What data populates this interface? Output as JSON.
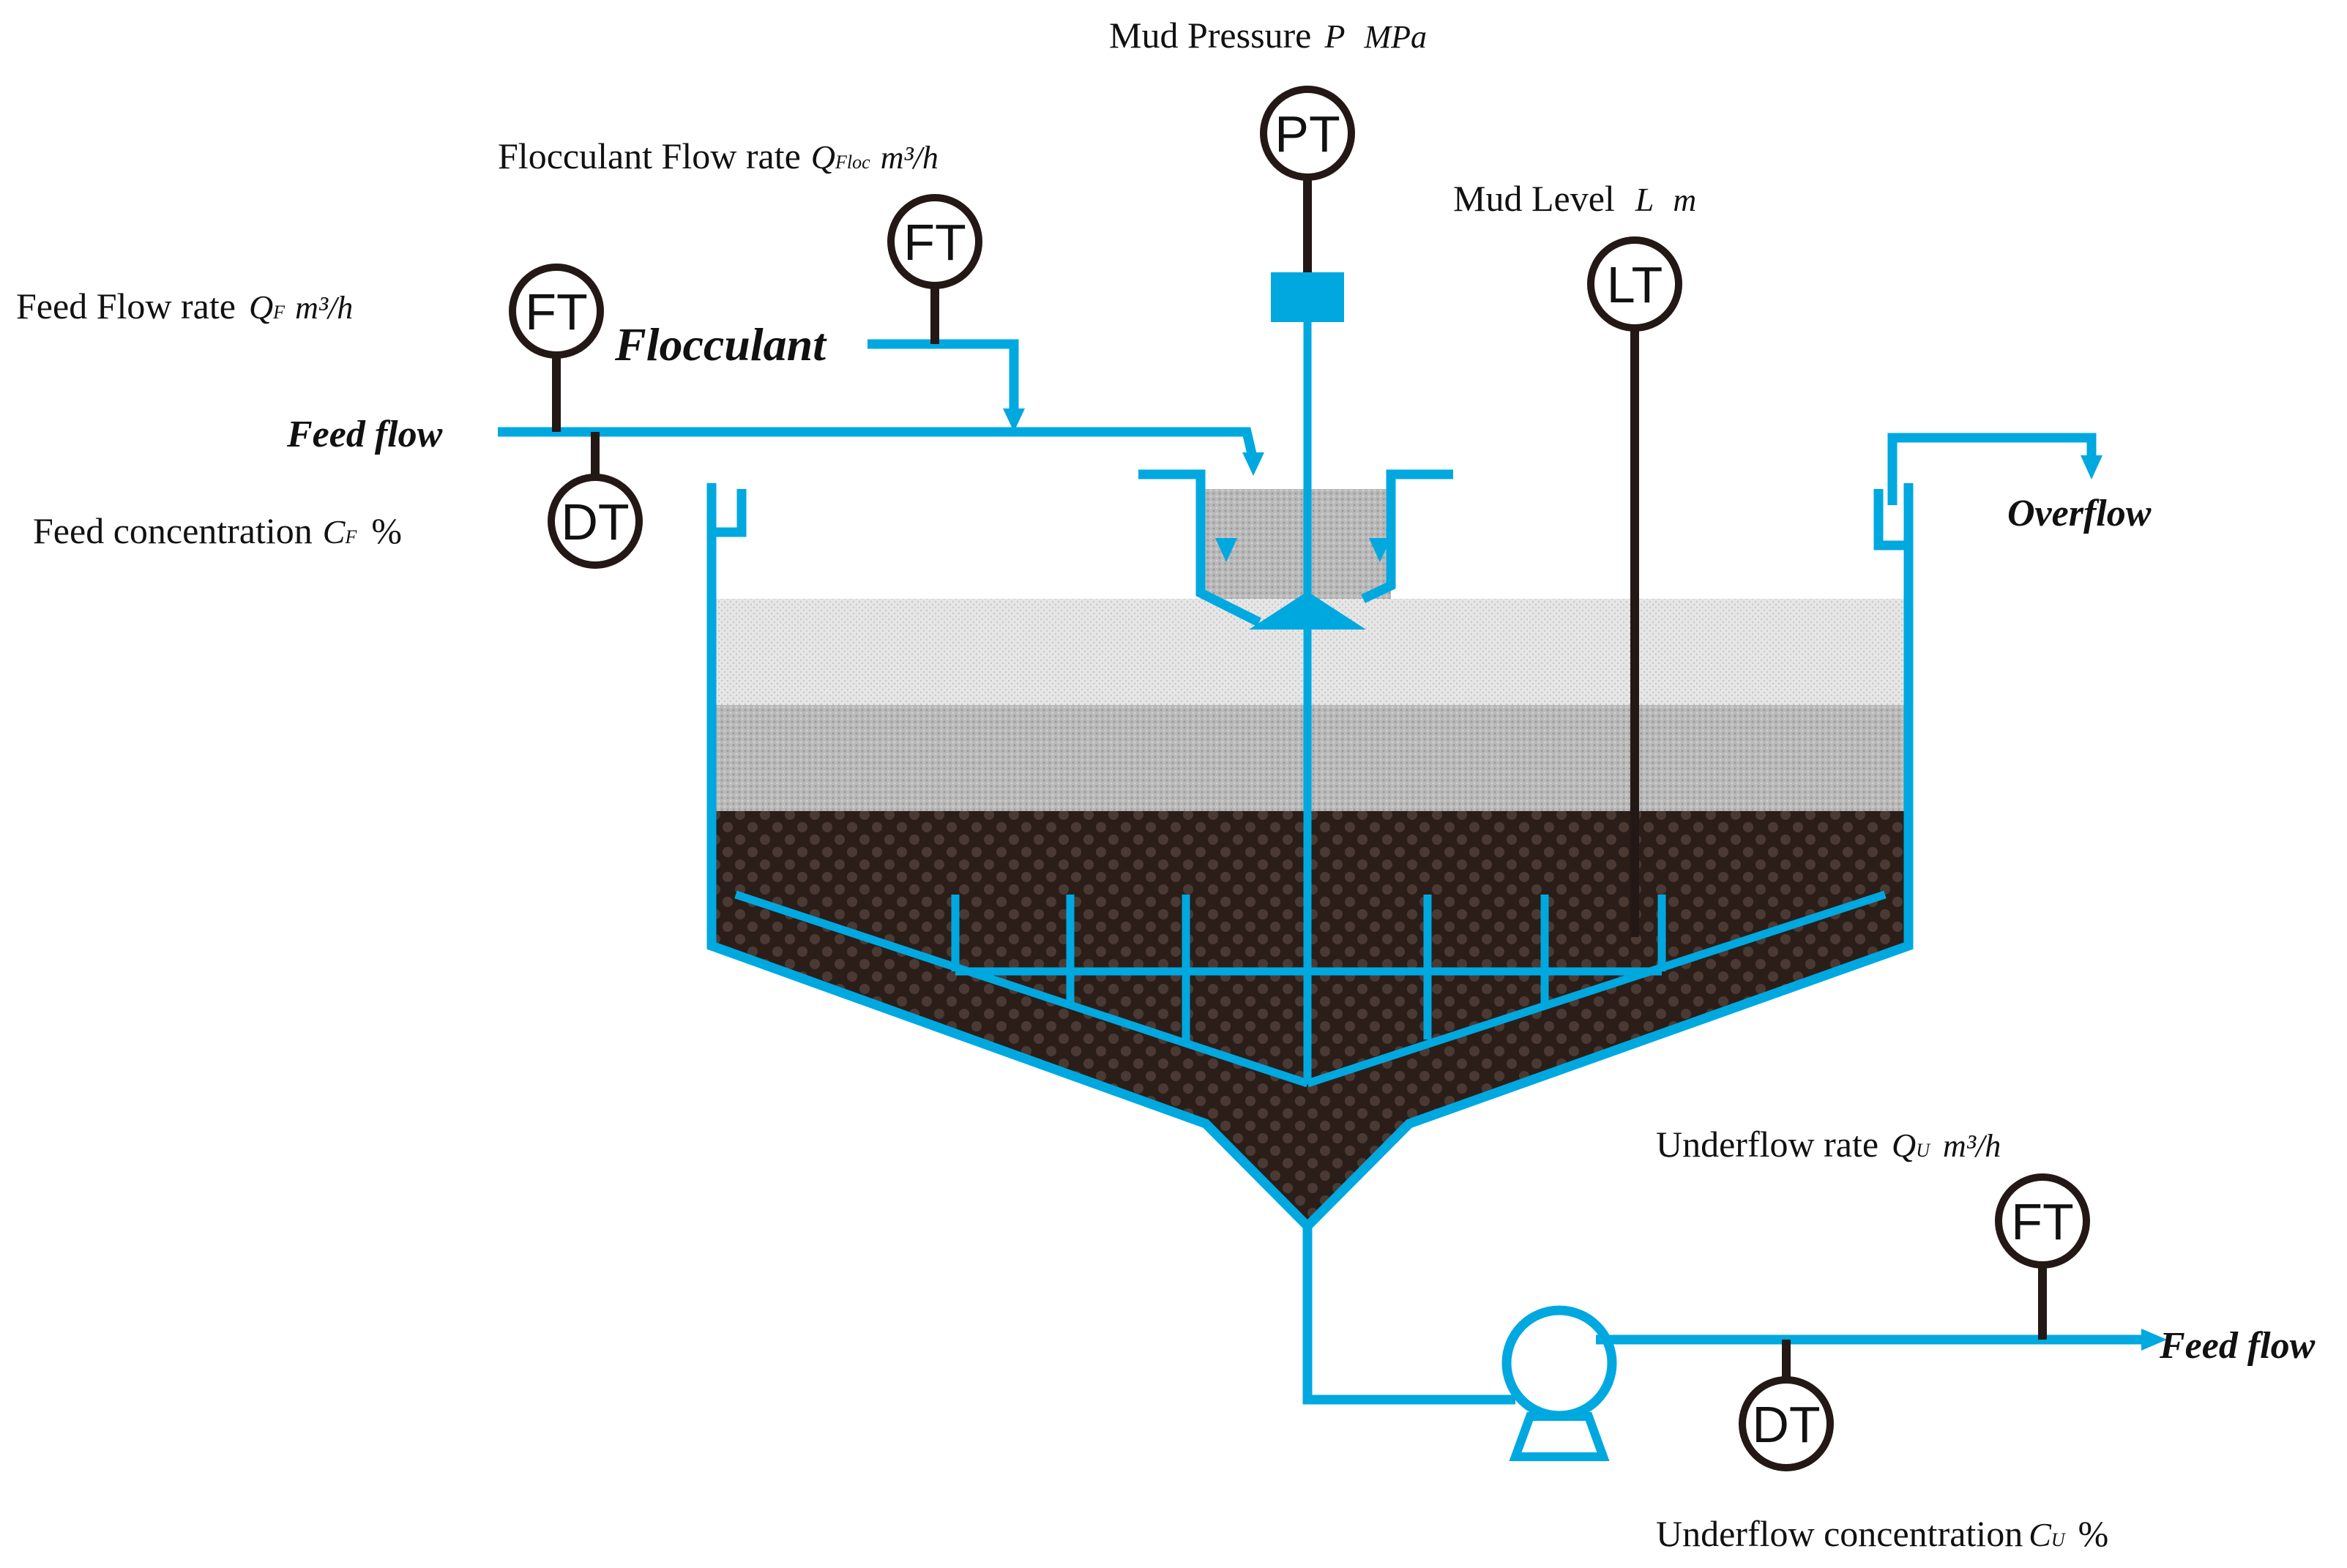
{
  "labels": {
    "mud_pressure": "Mud Pressure",
    "mud_pressure_var": "P",
    "mud_pressure_unit": "MPa",
    "flocculant_flow_rate": "Flocculant Flow rate",
    "flocculant_flow_var": "Q",
    "flocculant_flow_sub": "Floc",
    "flocculant_flow_unit": "m³/h",
    "mud_level": "Mud Level",
    "mud_level_var": "L",
    "mud_level_unit": "m",
    "feed_flow_rate": "Feed Flow rate",
    "feed_flow_var": "Q",
    "feed_flow_sub": "F",
    "feed_flow_unit": "m³/h",
    "feed_concentration": "Feed concentration",
    "feed_conc_var": "C",
    "feed_conc_sub": "F",
    "feed_conc_unit": "%",
    "underflow_rate": "Underflow rate",
    "underflow_rate_var": "Q",
    "underflow_rate_sub": "U",
    "underflow_rate_unit": "m³/h",
    "underflow_concentration": "Underflow concentration",
    "underflow_conc_var": "C",
    "underflow_conc_sub": "U",
    "underflow_conc_unit": "%"
  },
  "streams": {
    "flocculant": "Flocculant",
    "feed_flow_in": "Feed flow",
    "overflow": "Overflow",
    "feed_flow_out": "Feed flow"
  },
  "instruments": {
    "pt": "PT",
    "ft_floc": "FT",
    "ft_feed": "FT",
    "lt": "LT",
    "dt_feed": "DT",
    "ft_under": "FT",
    "dt_under": "DT"
  },
  "colors": {
    "pipe": "#00a8e0",
    "instrument": "#231815",
    "mud": "#2b1e19",
    "compression": "#bdbdbd",
    "settling": "#e8e8e8"
  }
}
